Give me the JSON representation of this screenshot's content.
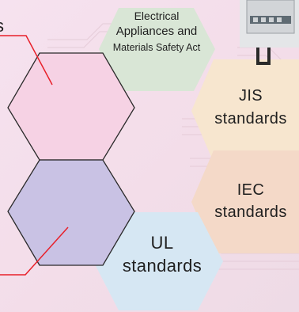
{
  "hexagons": {
    "electrical": {
      "lines": [
        "Electrical",
        "Appliances and",
        "Materials Safety Act"
      ],
      "color": "#d9e6d6"
    },
    "jis": {
      "lines": [
        "JIS",
        "standards"
      ],
      "color": "#f7e6cf"
    },
    "iec": {
      "lines": [
        "IEC",
        "standards"
      ],
      "color": "#f4d9c8"
    },
    "ul": {
      "lines": [
        "UL",
        "standards"
      ],
      "color": "#d6e7f3"
    },
    "pink_top": {
      "color": "#f6d2e4"
    },
    "lavender": {
      "color": "#c9c2e4"
    }
  },
  "edge_text": "s",
  "colors": {
    "background": "#f4e0ec",
    "leader_line": "#e8202a",
    "hex_outline": "#2a2a2a",
    "circuit_trace": "#e9d4de"
  },
  "icons": {
    "device": "electrical-device-icon"
  }
}
